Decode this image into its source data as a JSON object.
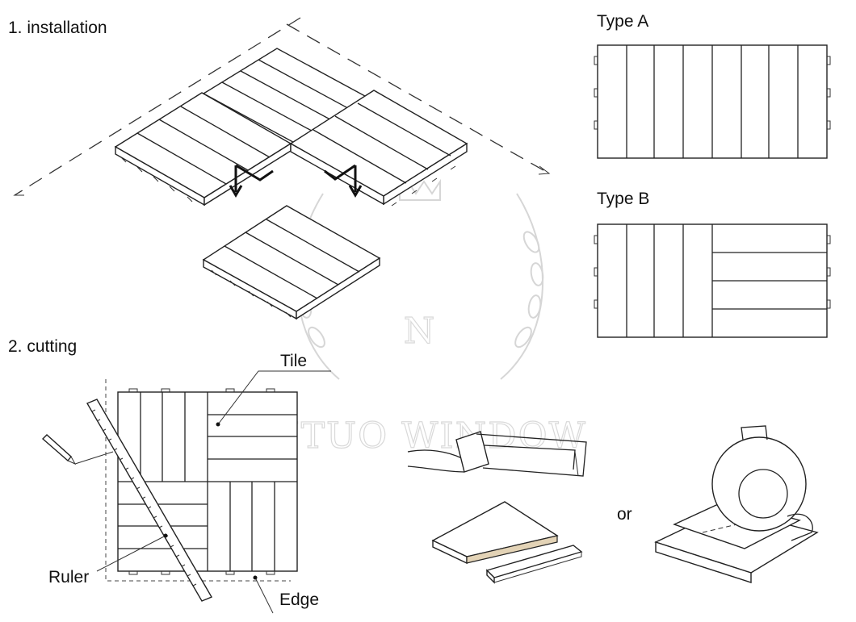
{
  "sections": {
    "installation_title": "1. installation",
    "cutting_title": "2. cutting"
  },
  "types": {
    "type_a": "Type A",
    "type_b": "Type B"
  },
  "callouts": {
    "tile": "Tile",
    "ruler": "Ruler",
    "edge": "Edge",
    "or": "or"
  },
  "watermark": {
    "monogram": "N",
    "text": "NUTUO WINDOW"
  }
}
